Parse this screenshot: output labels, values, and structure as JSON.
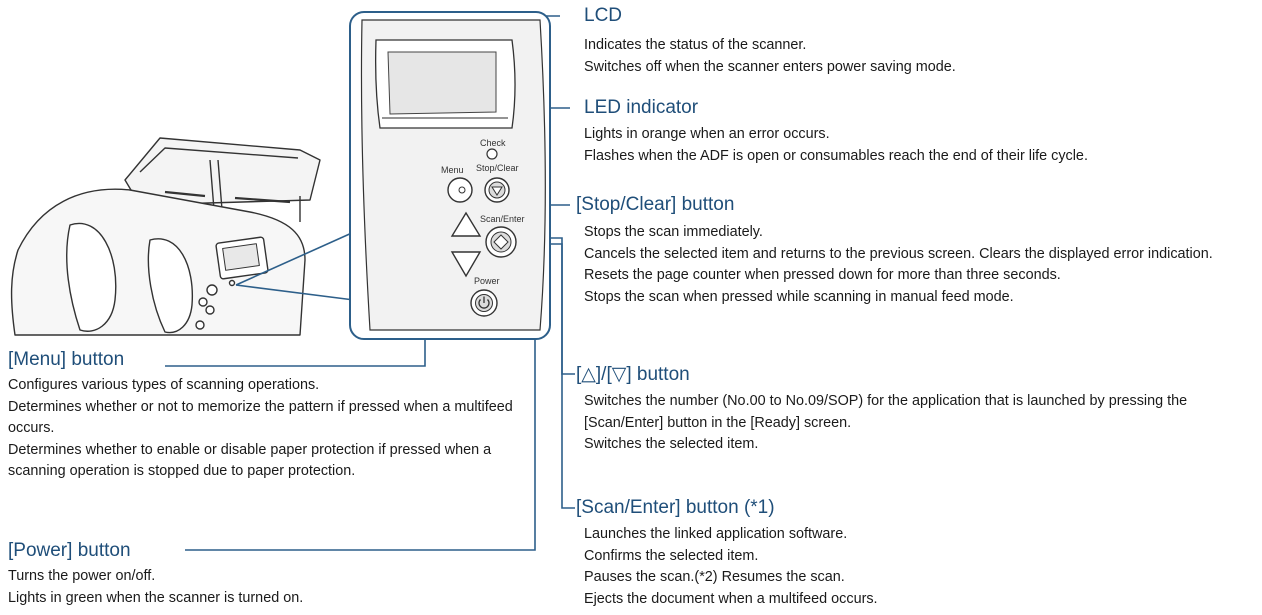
{
  "panel": {
    "check_label": "Check",
    "menu_label": "Menu",
    "stop_clear_label": "Stop/Clear",
    "scan_enter_label": "Scan/Enter",
    "power_label": "Power"
  },
  "colors": {
    "leader_line": "#2d5f8a",
    "heading": "#1f4e79",
    "text": "#1a1a1a"
  },
  "callouts": {
    "lcd": {
      "title": "LCD",
      "lines": [
        "Indicates the status of the scanner.",
        "Switches off when the scanner enters power saving mode."
      ]
    },
    "led": {
      "title": "LED indicator",
      "lines": [
        "Lights in orange when an error occurs.",
        "Flashes when the ADF is open or consumables reach the end of their life cycle."
      ]
    },
    "stop_clear": {
      "title": "[Stop/Clear] button",
      "lines": [
        "Stops the scan immediately.",
        "Cancels the selected item and returns to the previous screen. Clears the displayed error indication.",
        "Resets the page counter when pressed down for more than three seconds.",
        "Stops the scan when pressed while scanning in manual feed mode."
      ]
    },
    "arrows": {
      "title": "[△]/[▽] button",
      "lines": [
        "Switches the number (No.00 to No.09/SOP) for the application that is launched by pressing the [Scan/Enter] button in the [Ready] screen.",
        "Switches the selected item."
      ]
    },
    "scan_enter": {
      "title": "[Scan/Enter] button (*1)",
      "lines": [
        "Launches the linked application software.",
        "Confirms the selected item.",
        "Pauses the scan.(*2) Resumes the scan.",
        "Ejects the document when a multifeed occurs."
      ]
    },
    "menu": {
      "title": "[Menu] button",
      "lines": [
        "Configures various types of scanning operations.",
        "Determines whether or not to memorize the pattern if pressed when a multifeed occurs.",
        "Determines whether to enable or disable paper protection if pressed when a scanning operation is stopped due to paper protection."
      ]
    },
    "power": {
      "title": "[Power] button",
      "lines": [
        "Turns the power on/off.",
        "Lights in green when the scanner is turned on."
      ]
    }
  }
}
